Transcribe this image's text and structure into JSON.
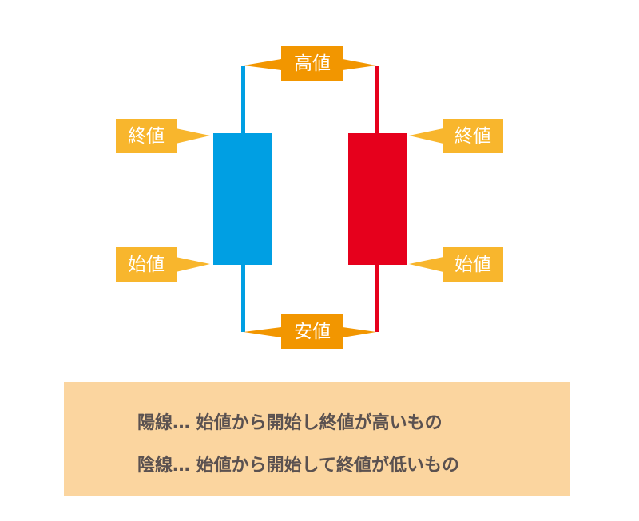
{
  "labels": {
    "high": "高値",
    "low": "安値",
    "close": "終値",
    "open": "始値"
  },
  "legend": {
    "line1": "陽線… 始値から開始し終値が高いもの",
    "line2": "陰線… 始値から開始して終値が低いもの"
  },
  "colors": {
    "bullish": "#009fe3",
    "bearish": "#e6001c",
    "tag": "#f8b62d",
    "tag_center": "#f29600",
    "panel": "#fbd59f",
    "text": "#5a5150"
  }
}
